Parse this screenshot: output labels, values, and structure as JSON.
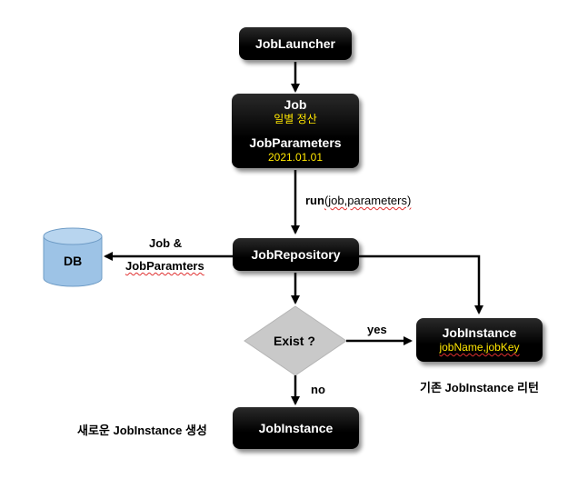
{
  "nodes": {
    "launcher": {
      "label": "JobLauncher"
    },
    "job": {
      "title": "Job",
      "title_sub": "일별 정산",
      "params": "JobParameters",
      "params_sub": "2021.01.01"
    },
    "repository": {
      "label": "JobRepository"
    },
    "decision": {
      "label": "Exist ?"
    },
    "existing_instance": {
      "label": "JobInstance",
      "sub": "jobName,jobKey"
    },
    "new_instance": {
      "label": "JobInstance"
    },
    "db": {
      "label": "DB"
    }
  },
  "edge_labels": {
    "run_bold": "run",
    "run_args": "(job,parameters)",
    "job_and": "Job &",
    "job_params": "JobParamters",
    "yes": "yes",
    "no": "no"
  },
  "notes": {
    "existing_return": "기존 JobInstance 리턴",
    "new_create": "새로운 JobInstance 생성"
  },
  "colors": {
    "box_fill": "#000000",
    "highlight_text": "#ffe600",
    "db_fill": "#9dc3e6",
    "decision_fill": "#c9c9c9"
  }
}
